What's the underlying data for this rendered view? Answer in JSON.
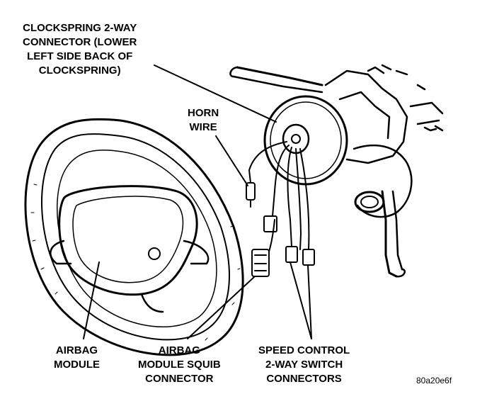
{
  "labels": {
    "clockspring_connector": [
      "CLOCKSPRING 2-WAY",
      "CONNECTOR (LOWER",
      "LEFT SIDE BACK OF",
      "CLOCKSPRING)"
    ],
    "horn_wire": [
      "HORN",
      "WIRE"
    ],
    "airbag_module": [
      "AIRBAG",
      "MODULE"
    ],
    "squib_connector": [
      "AIRBAG",
      "MODULE SQUIB",
      "CONNECTOR"
    ],
    "speed_control": [
      "SPEED CONTROL",
      "2-WAY SWITCH",
      "CONNECTORS"
    ]
  },
  "figure_code": "80a20e6f"
}
